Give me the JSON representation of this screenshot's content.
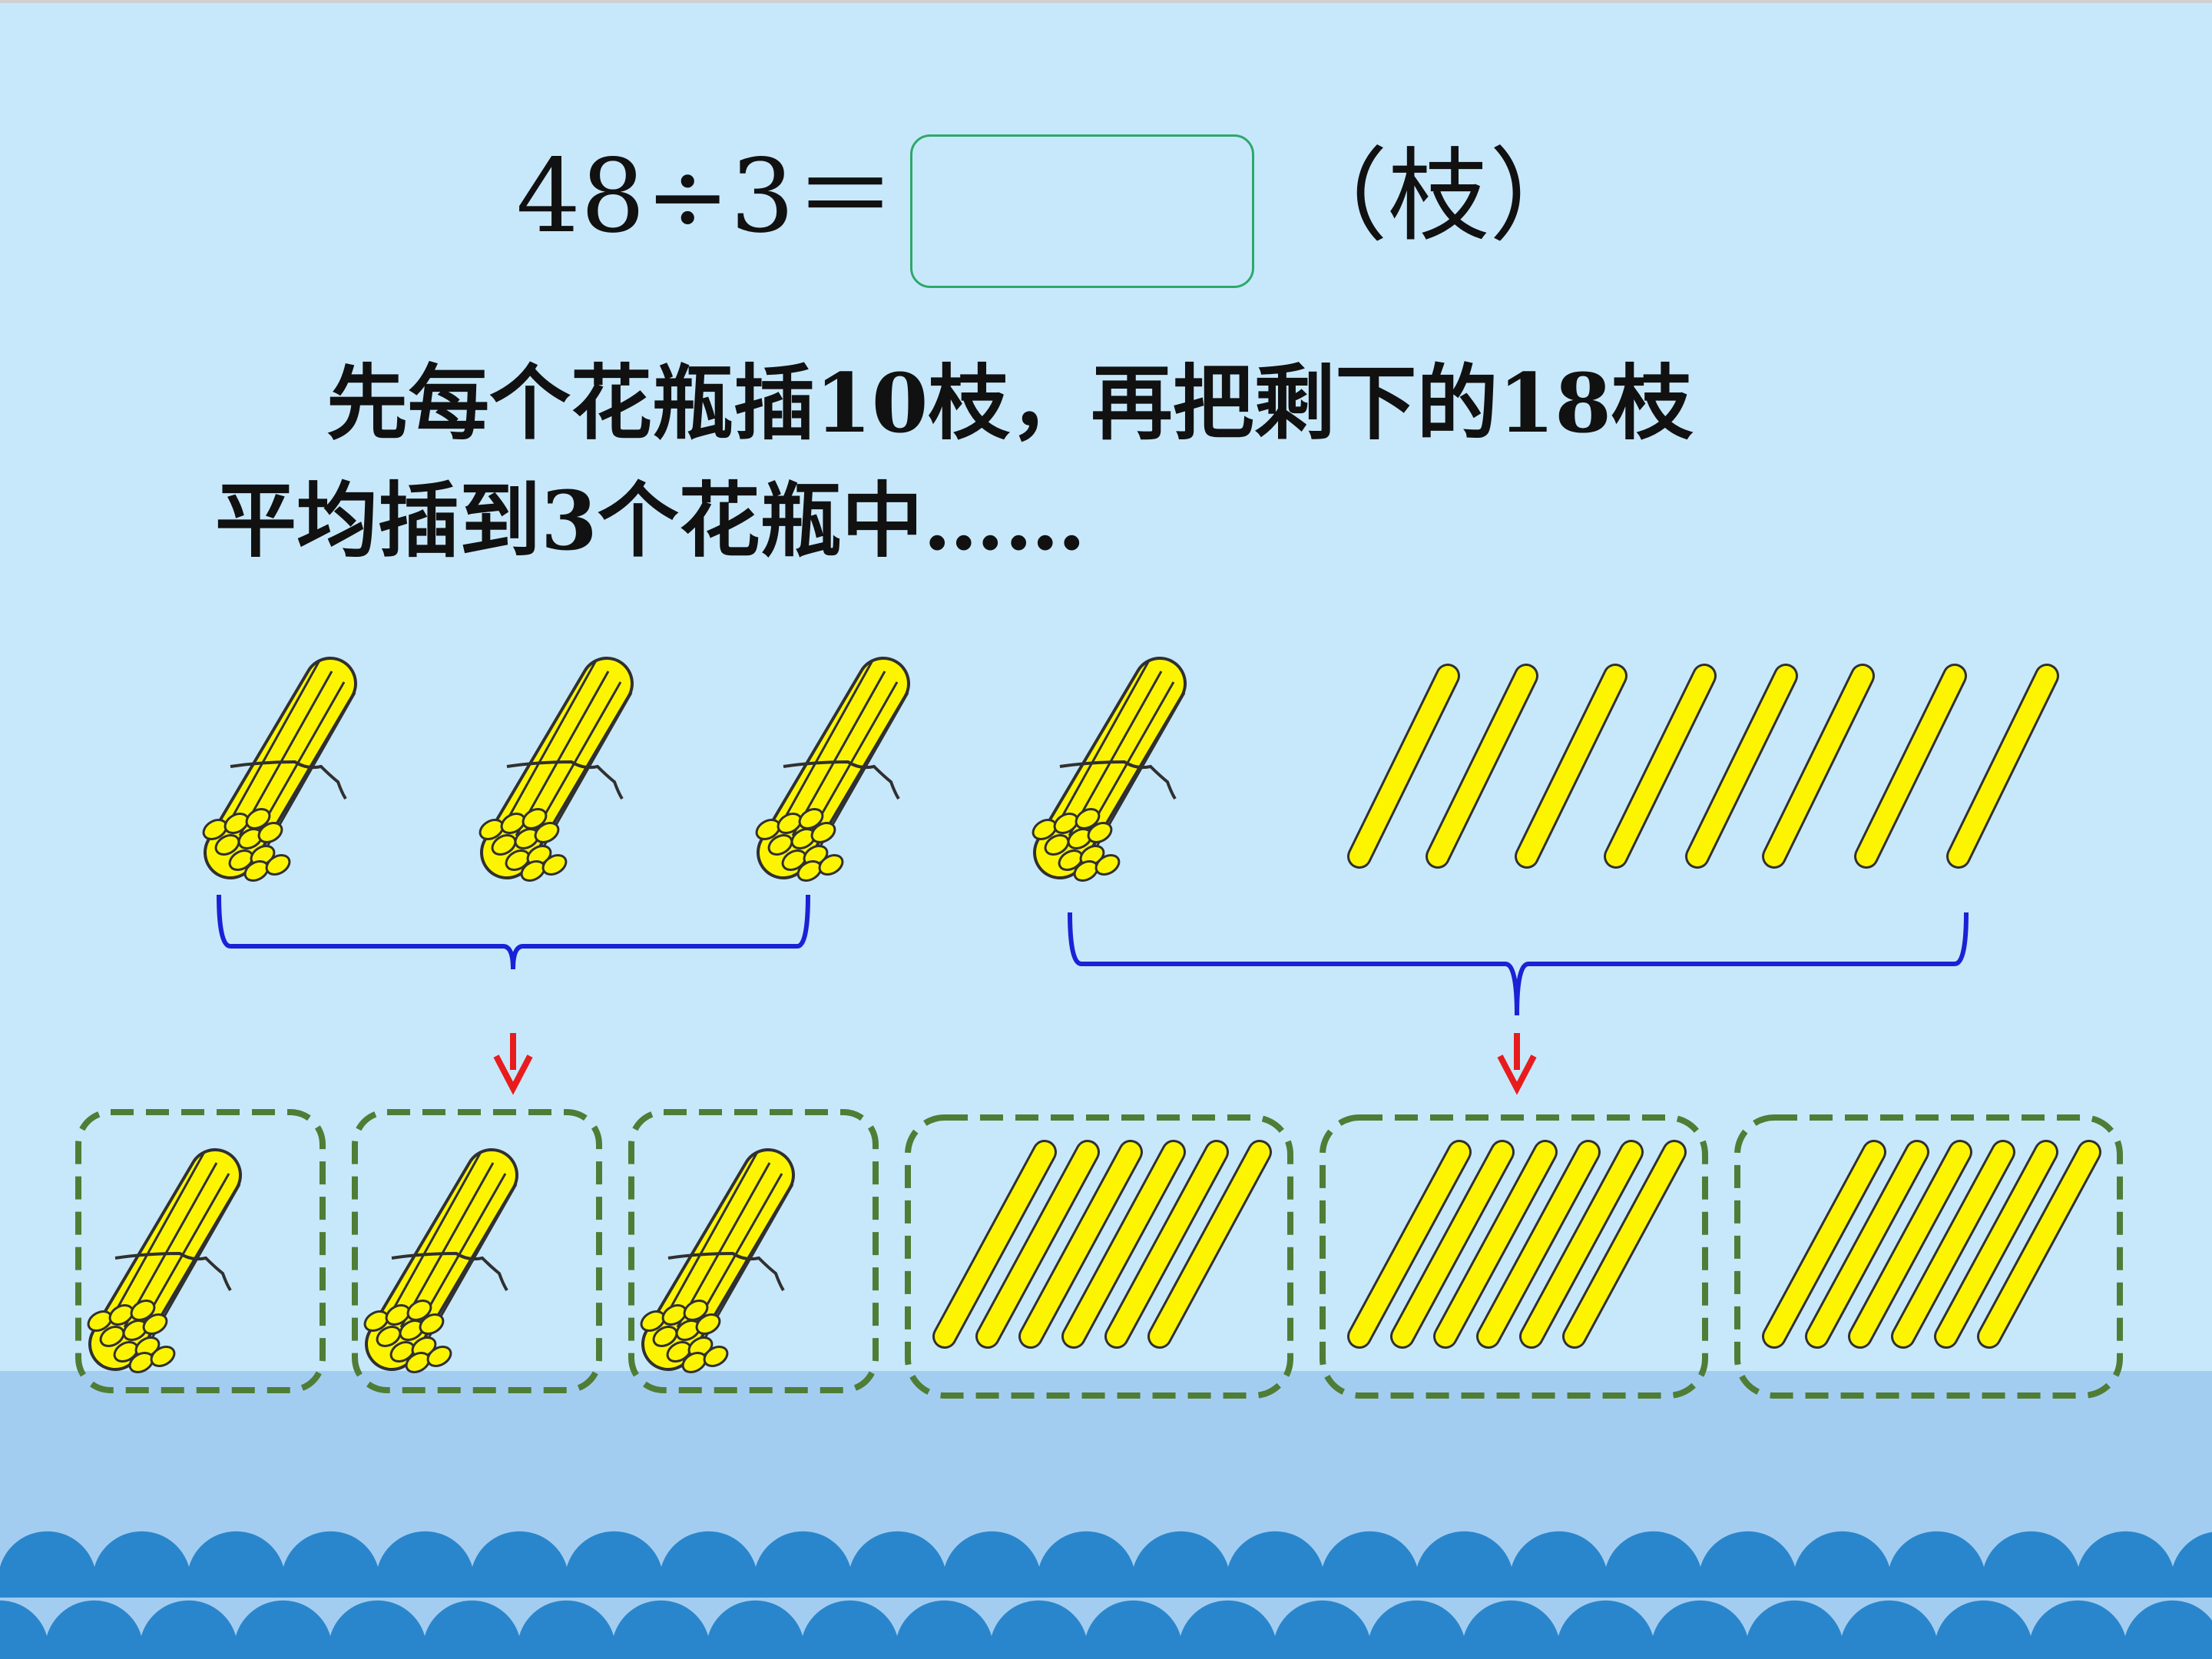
{
  "equation": {
    "left": "48÷3＝",
    "answer": "",
    "unit": "（枝）"
  },
  "instruction": {
    "line1": "先每个花瓶插10枝，再把剩下的18枝",
    "line2": "平均插到3个花瓶中……"
  },
  "colors": {
    "background": "#c7e8fb",
    "stick": "#fdf500",
    "brace": "#1a22d6",
    "arrow": "#e81c1c",
    "box_border": "#4f7d36",
    "answer_border": "#2ea86a",
    "wave": "#2a86cc"
  },
  "icons": [
    "stick-bundle-icon",
    "single-stick-icon",
    "brace-icon",
    "down-arrow-icon"
  ],
  "counts": {
    "top_bundles": 4,
    "top_loose_sticks": 8,
    "vases": 6,
    "sticks_per_right_group": 6
  }
}
